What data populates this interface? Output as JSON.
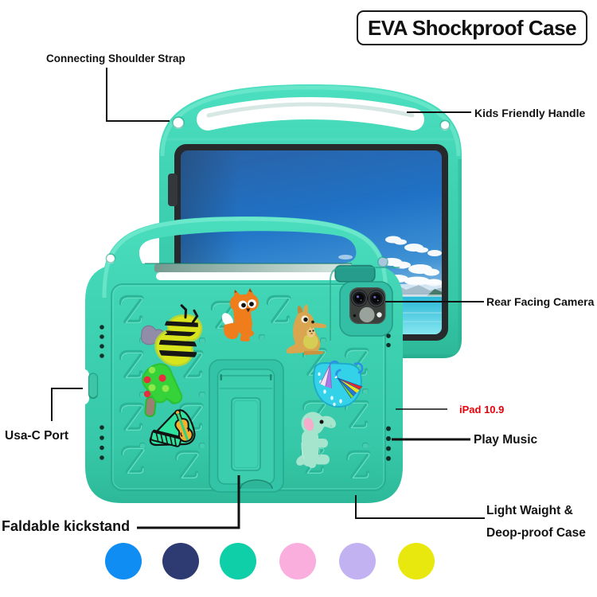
{
  "title": "EVA Shockproof Case",
  "annotations": {
    "strap": "Connecting Shoulder Strap",
    "handle": "Kids Friendly Handle",
    "camera": "Rear Facing Camera",
    "model": "iPad 10.9",
    "speaker": "Play Music",
    "usb_port": "Usa-C Port",
    "kickstand": "Faldable kickstand",
    "weight_line1": "Light Waight &",
    "weight_line2": "Deop-proof Case"
  },
  "theme": {
    "background": "#ffffff",
    "case-color": "#3ed1b1",
    "case-dark": "#2ab795",
    "case-light": "#7deed4",
    "text-color": "#121212",
    "accent-red": "#e8000a",
    "line-color": "#111111"
  },
  "color_options": [
    {
      "name": "blue",
      "hex": "#0f8df2"
    },
    {
      "name": "navy",
      "hex": "#2e3a72"
    },
    {
      "name": "mint",
      "hex": "#0fcfa9"
    },
    {
      "name": "pink",
      "hex": "#f9aedd"
    },
    {
      "name": "lavender",
      "hex": "#c3b2f2"
    },
    {
      "name": "yellow",
      "hex": "#e8e70e"
    }
  ]
}
